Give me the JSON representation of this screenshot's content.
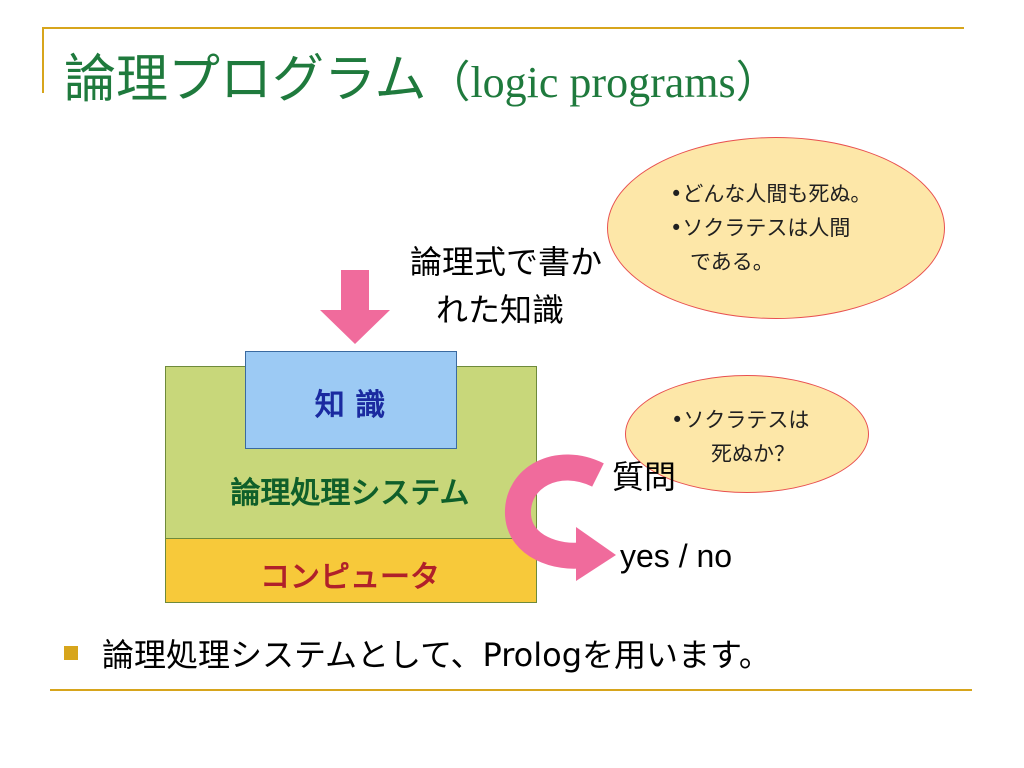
{
  "title": {
    "jp": "論理プログラム",
    "en": "（logic programs）"
  },
  "bubble_facts": {
    "line1": "•どんな人間も死ぬ。",
    "line2": "•ソクラテスは人間",
    "line3": "である。"
  },
  "bubble_question": {
    "line1": "•ソクラテスは",
    "line2": "死ぬか？"
  },
  "knowledge_caption": {
    "line1": "論理式で書か",
    "line2": "れた知識"
  },
  "boxes": {
    "knowledge": "知 識",
    "system": "論理処理システム",
    "computer": "コンピュータ"
  },
  "question_label": "質問",
  "answer_label": "yes / no",
  "bullet": "論理処理システムとして、Prologを用います。",
  "colors": {
    "accent": "#d7a51c",
    "title": "#1f7a3d",
    "arrow": "#f06b9c",
    "knowledge_box": "#9ccaf4",
    "system_box": "#c8d77a",
    "computer_box": "#f7c93a",
    "bubble_fill": "#fde7a8",
    "bubble_border": "#e85050"
  }
}
